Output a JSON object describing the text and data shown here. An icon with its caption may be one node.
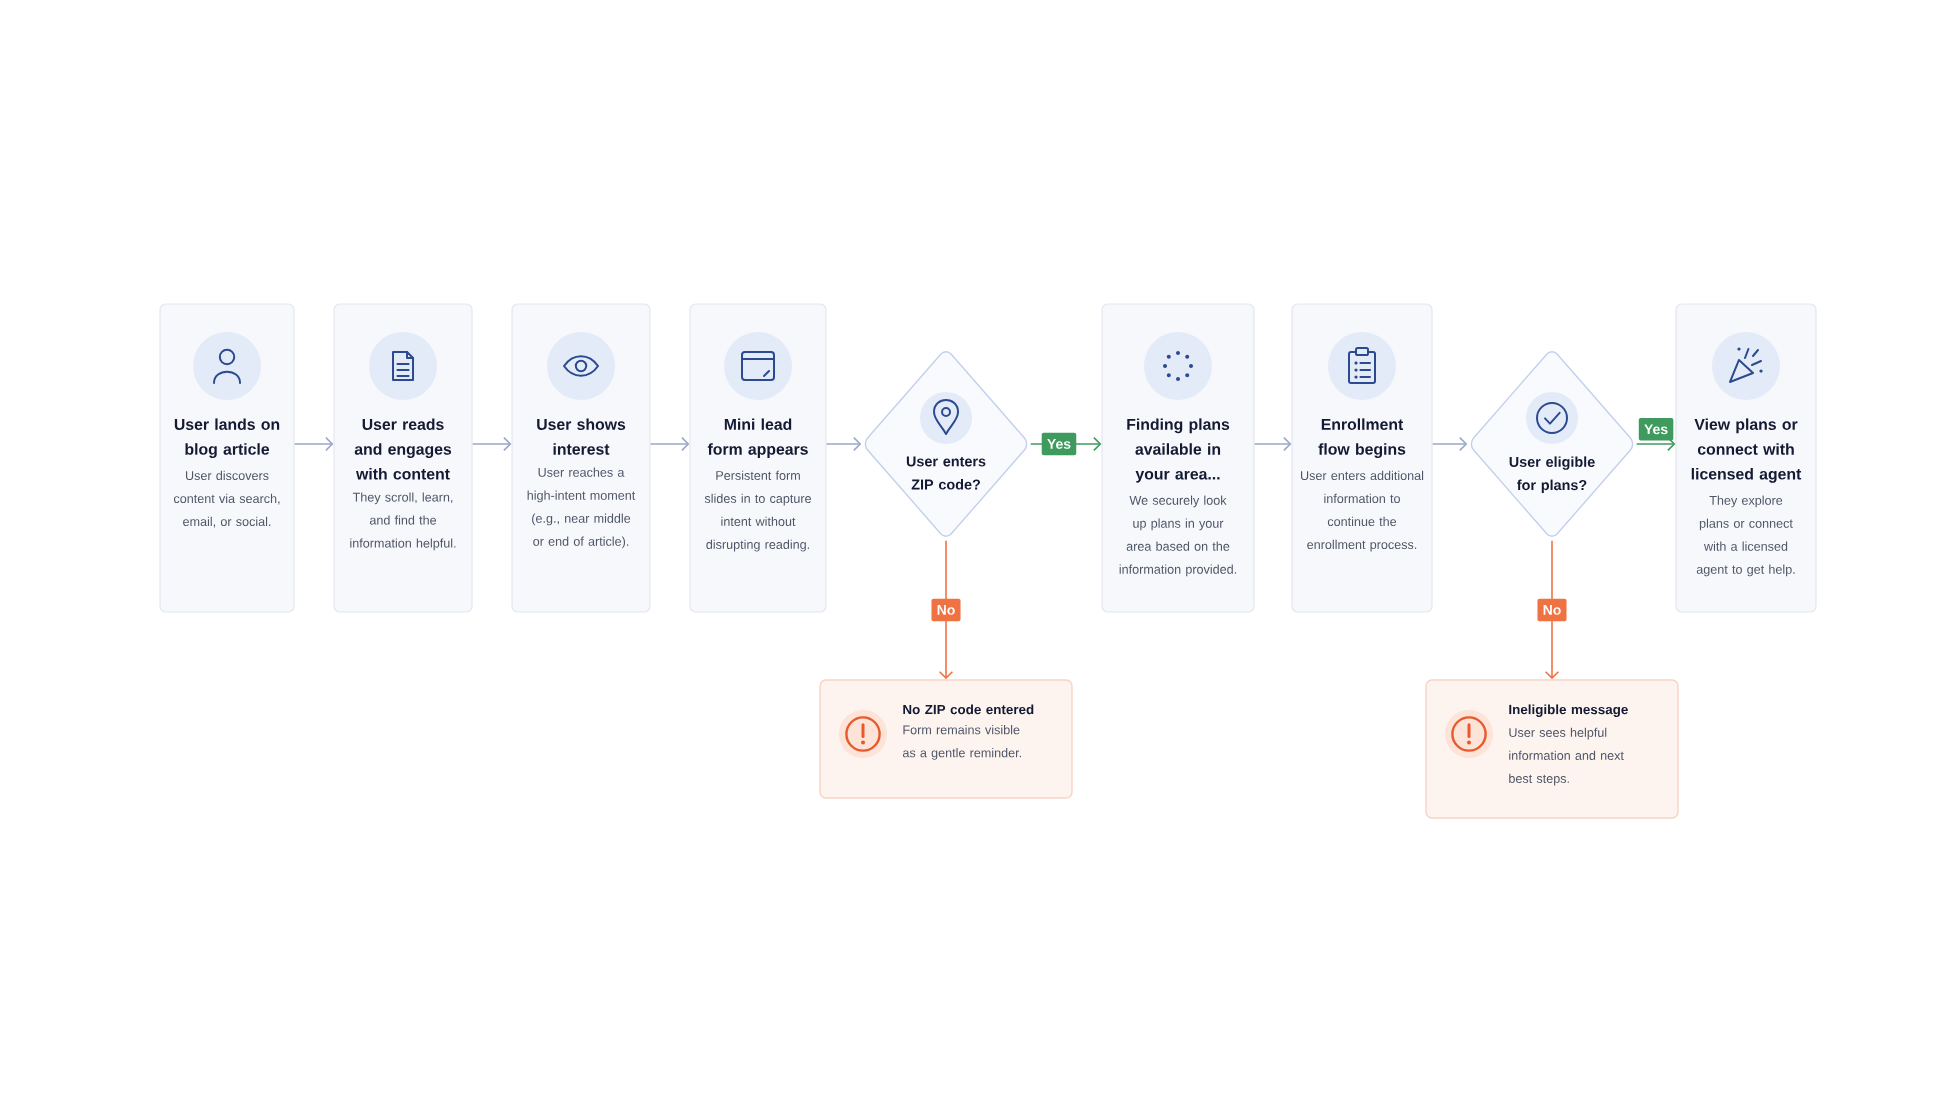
{
  "diagram": {
    "nodes": [
      {
        "text": [
          "User lands on blog article",
          "User discovers content via search, email, or social."
        ]
      },
      {
        "text": [
          "User reads and engages with content",
          "They scroll, learn, and find the information helpful."
        ]
      },
      {
        "text": [
          "User shows interest",
          "User reaches a high-intent moment (e.g., near middle or end of article)."
        ]
      },
      {
        "text": [
          "Mini lead form appears",
          "Persistent form slides in to capture intent without disrupting reading."
        ]
      },
      {
        "text": [
          "User enters ZIP code?"
        ]
      },
      {
        "text": [
          "Finding plans available in your area...",
          "We securely look up plans in your area based on the information provided."
        ]
      },
      {
        "text": [
          "Enrollment flow begins",
          "User enters additional information to continue the enrollment process."
        ]
      },
      {
        "text": [
          "User eligible for plans?"
        ]
      },
      {
        "text": [
          "View plans or connect with licensed agent",
          "They explore plans or connect with a licensed agent to get help."
        ]
      },
      {
        "text": [
          "No ZIP code entered",
          "Form remains visible as a gentle reminder."
        ]
      },
      {
        "text": [
          "Ineligible message",
          "User sees helpful information and next best steps."
        ]
      }
    ],
    "edges": [
      {
        "from": 0,
        "to": 1,
        "arrow": "to"
      },
      {
        "from": 1,
        "to": 2,
        "arrow": "to"
      },
      {
        "from": 2,
        "to": 3,
        "arrow": "to"
      },
      {
        "from": 3,
        "to": 4,
        "arrow": "to"
      },
      {
        "from": 4,
        "to": 5,
        "arrow": "to",
        "label": "Yes",
        "color": "#3f9a5e"
      },
      {
        "from": 4,
        "to": 9,
        "arrow": "to",
        "label": "No",
        "color": "#ef7342"
      },
      {
        "from": 5,
        "to": 6,
        "arrow": "to"
      },
      {
        "from": 6,
        "to": 7,
        "arrow": "to"
      },
      {
        "from": 7,
        "to": 8,
        "arrow": "to",
        "label": "Yes",
        "color": "#3f9a5e"
      },
      {
        "from": 7,
        "to": 10,
        "arrow": "to",
        "label": "No",
        "color": "#ef7342"
      }
    ]
  }
}
